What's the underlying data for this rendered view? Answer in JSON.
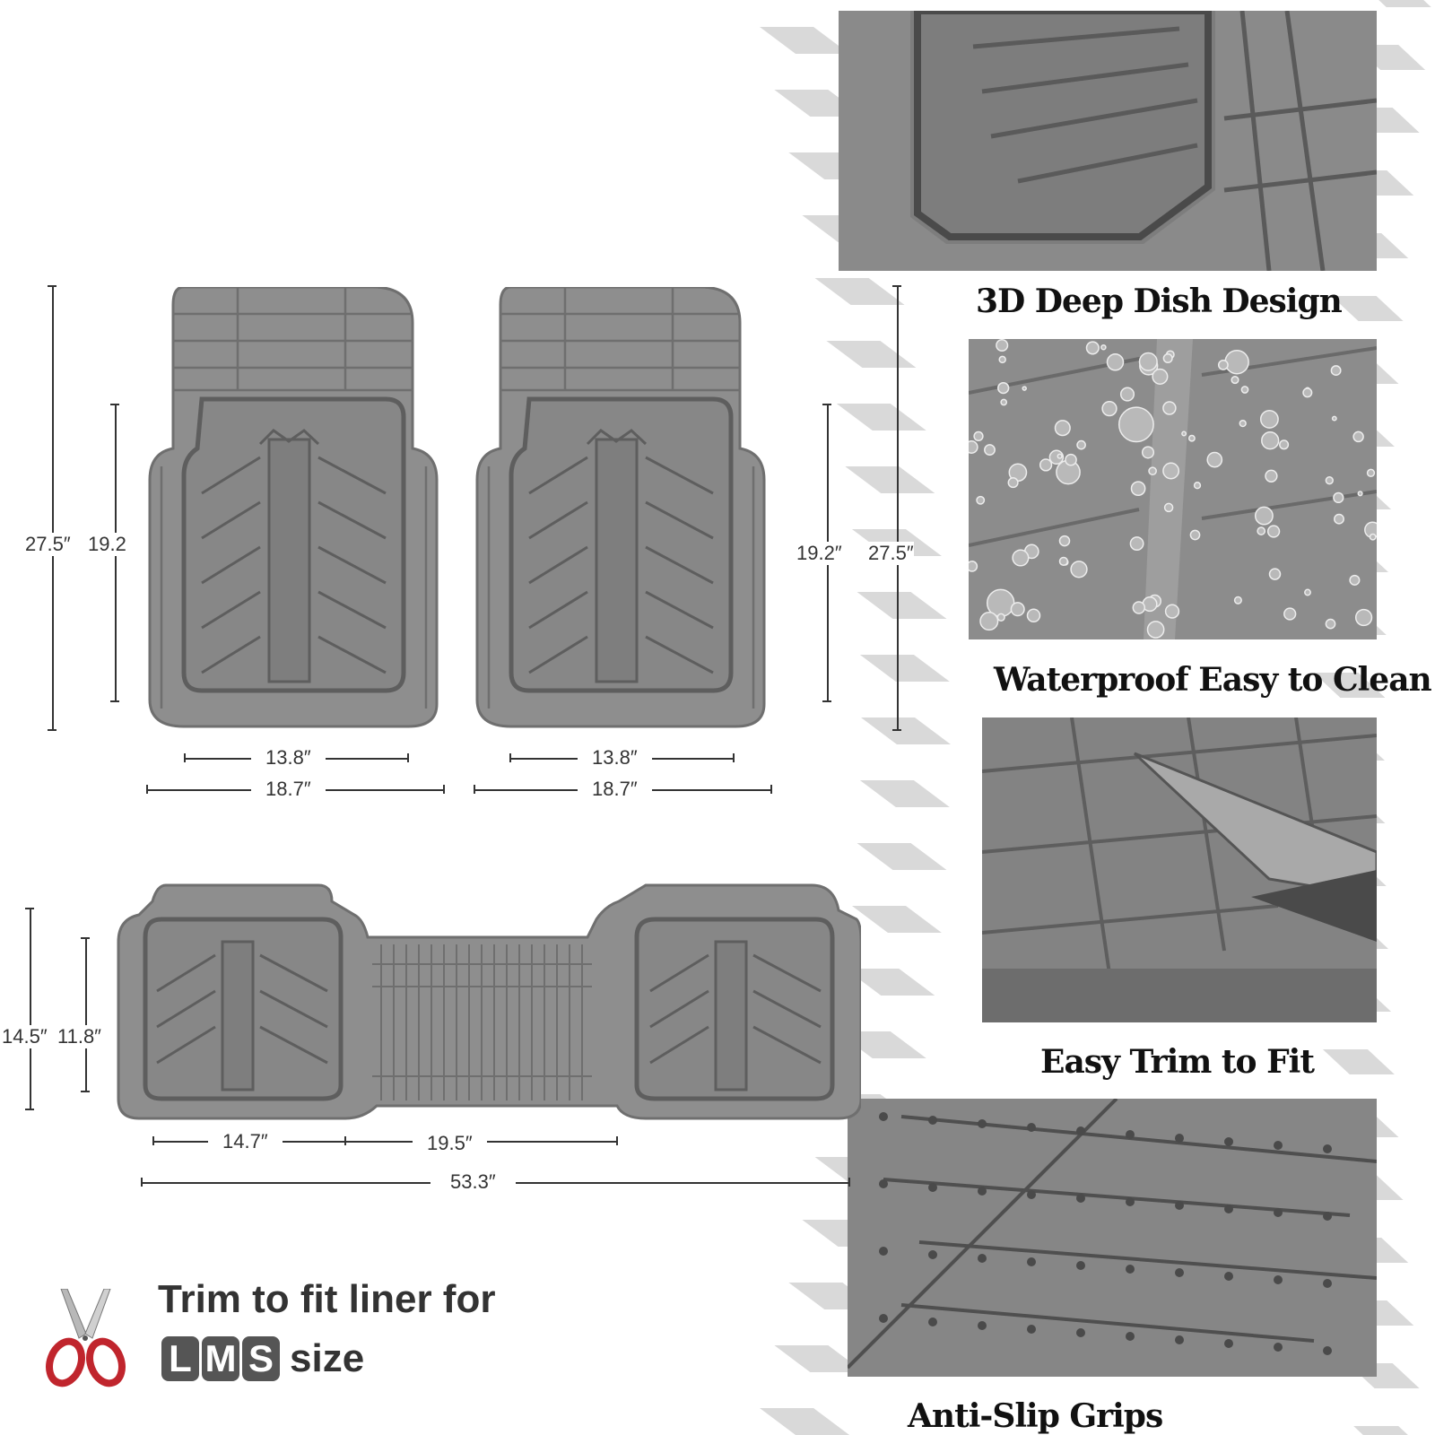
{
  "colors": {
    "mat": "#8e8e8e",
    "mat_dark": "#6f6f6f",
    "stripe": "#d9d9d9",
    "accent_red": "#c0252d"
  },
  "front_mat": {
    "left": {
      "total_height": "27.5″",
      "inner_height": "19.2",
      "inner_width": "13.8″",
      "total_width": "18.7″"
    },
    "right": {
      "total_height": "27.5″",
      "inner_height": "19.2″",
      "inner_width": "13.8″",
      "total_width": "18.7″"
    }
  },
  "rear_mat": {
    "total_height": "14.5″",
    "inner_height": "11.8″",
    "side_width": "14.7″",
    "middle_width": "19.5″",
    "total_width": "53.3″"
  },
  "features": [
    {
      "label": "3D Deep Dish Design"
    },
    {
      "label": "Waterproof Easy to Clean"
    },
    {
      "label": "Easy Trim to Fit"
    },
    {
      "label": "Anti-Slip Grips"
    }
  ],
  "trim_note": {
    "line1": "Trim to fit liner for",
    "sizes": [
      "L",
      "M",
      "S"
    ],
    "suffix": "size"
  },
  "icons": {
    "scissors": "scissors-icon"
  }
}
